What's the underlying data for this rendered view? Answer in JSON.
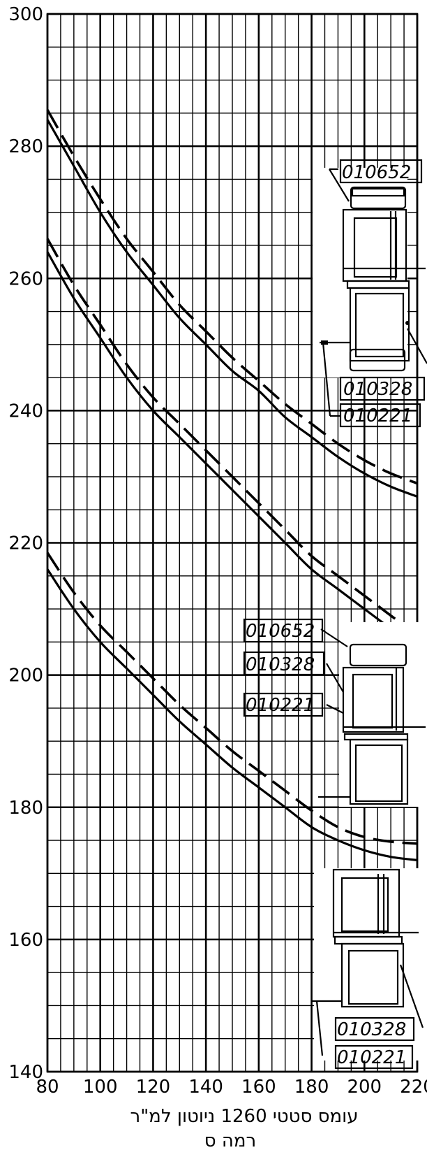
{
  "chart_data": {
    "type": "line",
    "xlabel": "עומס סטטי 1260 ניוטון למ\"ר",
    "subtitle": "רמה ס",
    "xlim": [
      80,
      220
    ],
    "ylim": [
      140,
      300
    ],
    "xticks": [
      "80",
      "100",
      "120",
      "140",
      "160",
      "180",
      "200",
      "220"
    ],
    "yticks": [
      "140",
      "160",
      "180",
      "200",
      "220",
      "240",
      "260",
      "280",
      "300"
    ],
    "grid": true,
    "series": [
      {
        "style": "solid",
        "x": [
          80,
          90,
          100,
          110,
          120,
          130,
          140,
          150,
          160,
          170,
          180,
          190,
          200,
          210,
          220
        ],
        "y": [
          284,
          277,
          270,
          264,
          259,
          254,
          250,
          246,
          243,
          239,
          236,
          233,
          230.5,
          228.5,
          227
        ]
      },
      {
        "style": "dashed",
        "x": [
          80,
          90,
          100,
          110,
          120,
          130,
          140,
          150,
          160,
          170,
          180,
          190,
          200,
          210,
          220
        ],
        "y": [
          285.5,
          278.5,
          272,
          266,
          261,
          256,
          252,
          248,
          244.5,
          241,
          238,
          235,
          232.5,
          230.5,
          229
        ]
      },
      {
        "style": "solid",
        "x": [
          80,
          90,
          100,
          110,
          120,
          130,
          140,
          150,
          160,
          170,
          180,
          190,
          200,
          210,
          220
        ],
        "y": [
          264,
          257,
          251,
          245,
          240,
          236,
          232,
          228,
          224,
          220,
          216,
          213,
          210,
          207,
          204
        ]
      },
      {
        "style": "dashed",
        "x": [
          80,
          90,
          100,
          110,
          120,
          130,
          140,
          150,
          160,
          170,
          180,
          190,
          200,
          210,
          220
        ],
        "y": [
          266,
          259,
          253,
          247,
          242,
          238,
          234,
          230,
          226,
          222,
          218,
          215,
          212,
          209,
          206
        ]
      },
      {
        "style": "solid",
        "x": [
          80,
          90,
          100,
          110,
          120,
          130,
          140,
          150,
          160,
          170,
          180,
          190,
          200,
          210,
          220
        ],
        "y": [
          216,
          210,
          205,
          201,
          197,
          193,
          189.5,
          186,
          183,
          180,
          177,
          175,
          173.5,
          172.5,
          172
        ]
      },
      {
        "style": "dashed",
        "x": [
          80,
          90,
          100,
          110,
          120,
          130,
          140,
          150,
          160,
          170,
          180,
          190,
          200,
          210,
          220
        ],
        "y": [
          218.5,
          212.5,
          207.5,
          203.5,
          199.5,
          195.5,
          192,
          188.5,
          185.5,
          182.5,
          179.5,
          177,
          175.5,
          174.8,
          174.5
        ]
      }
    ],
    "profile_labels": [
      [
        "010652",
        "010328",
        "010221"
      ],
      [
        "010652",
        "010328",
        "010221"
      ],
      [
        "010328",
        "010221"
      ]
    ]
  }
}
